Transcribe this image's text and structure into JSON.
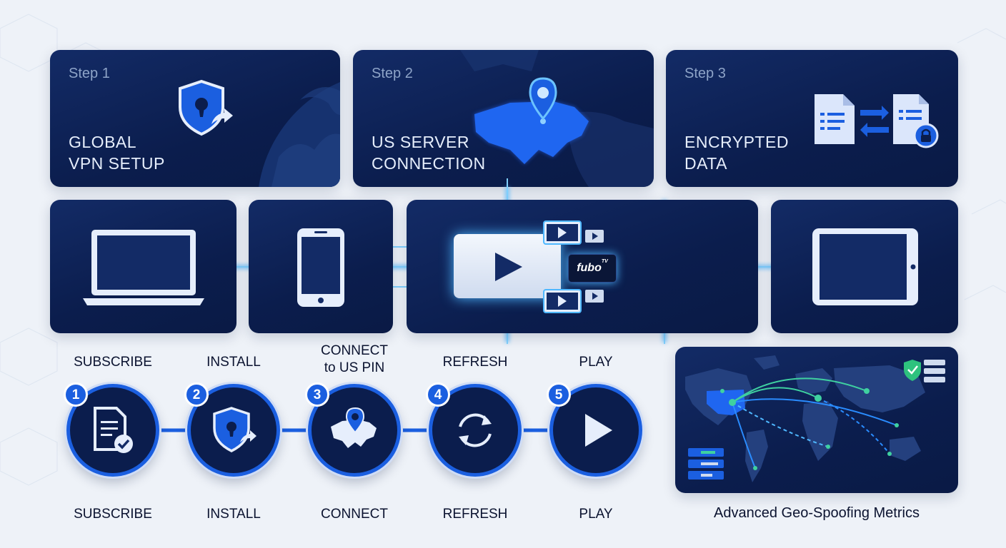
{
  "steps": [
    {
      "label": "Step 1",
      "title_line1": "GLOBAL",
      "title_line2": "VPN SETUP"
    },
    {
      "label": "Step 2",
      "title_line1": "US SERVER",
      "title_line2": "CONNECTION"
    },
    {
      "label": "Step 3",
      "title_line1": "ENCRYPTED",
      "title_line2": "DATA"
    }
  ],
  "devices": {
    "laptop_icon": "laptop-icon",
    "phone_icon": "phone-icon",
    "tablet_icon": "tablet-icon",
    "player_icon": "play-icon",
    "brand": "fubo",
    "brand_suffix": "TV"
  },
  "process": {
    "top_labels": [
      "SUBSCRIBE",
      "INSTALL",
      "CONNECT\nto US PIN",
      "REFRESH",
      "PLAY"
    ],
    "bottom_labels": [
      "SUBSCRIBE",
      "INSTALL",
      "CONNECT",
      "REFRESH",
      "PLAY"
    ],
    "numbers": [
      "1",
      "2",
      "3",
      "4",
      "5"
    ],
    "icons": [
      "document-check-icon",
      "shield-lock-icon",
      "us-map-pin-icon",
      "refresh-icon",
      "play-icon"
    ]
  },
  "metrics": {
    "caption": "Advanced Geo-Spoofing Metrics"
  },
  "colors": {
    "card_bg": "#0b1d4d",
    "accent": "#1b5fe0",
    "glow": "#4fb8ff"
  }
}
